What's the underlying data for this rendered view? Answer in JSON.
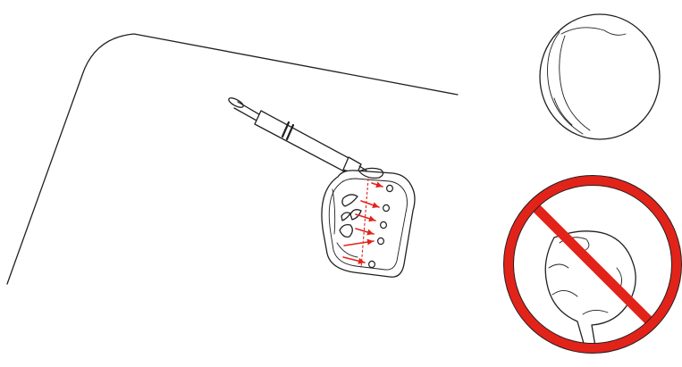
{
  "illustration": {
    "accent_color": "#e2231a",
    "ink_color": "#231f20",
    "steps": [
      {
        "id": "inject-adhesive",
        "icon": "syringe-icon"
      },
      {
        "id": "correct-bead",
        "icon": "flat-disc-icon"
      },
      {
        "id": "wrong-bead",
        "icon": "prohibition-icon"
      }
    ]
  }
}
